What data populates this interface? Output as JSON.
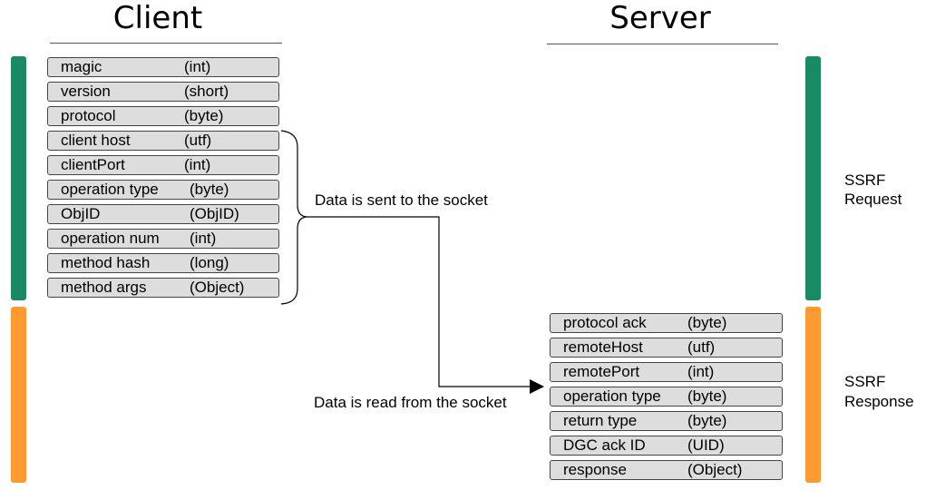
{
  "client": {
    "title": "Client",
    "fields": [
      {
        "name": "magic",
        "type": "(int)"
      },
      {
        "name": "version",
        "type": "(short)"
      },
      {
        "name": "protocol",
        "type": "(byte)"
      },
      {
        "name": "client host",
        "type": "(utf)"
      },
      {
        "name": "clientPort",
        "type": "(int)"
      },
      {
        "name": "operation type",
        "type": "(byte)"
      },
      {
        "name": "ObjID",
        "type": "(ObjID)"
      },
      {
        "name": "operation num",
        "type": "(int)"
      },
      {
        "name": "method hash",
        "type": "(long)"
      },
      {
        "name": "method args",
        "type": "(Object)"
      }
    ]
  },
  "server": {
    "title": "Server",
    "fields": [
      {
        "name": "protocol ack",
        "type": "(byte)"
      },
      {
        "name": "remoteHost",
        "type": "(utf)"
      },
      {
        "name": "remotePort",
        "type": "(int)"
      },
      {
        "name": "operation type",
        "type": "(byte)"
      },
      {
        "name": "return type",
        "type": "(byte)"
      },
      {
        "name": "DGC ack ID",
        "type": "(UID)"
      },
      {
        "name": "response",
        "type": "(Object)"
      }
    ]
  },
  "flow": {
    "sent_label": "Data is sent to the socket",
    "read_label": "Data is read from the socket"
  },
  "phases": {
    "request_line1": "SSRF",
    "request_line2": "Request",
    "response_line1": "SSRF",
    "response_line2": "Response"
  },
  "colors": {
    "request": "#1a8a65",
    "response": "#ff9a33"
  }
}
